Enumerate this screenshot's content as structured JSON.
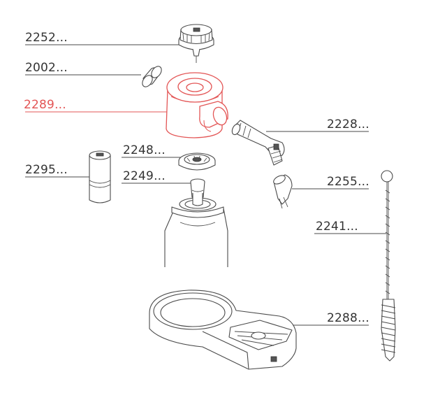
{
  "diagram": {
    "highlight_color": "#e35555",
    "line_color": "#4a4a4a",
    "labels": [
      {
        "id": "2252",
        "text": "2252...",
        "highlighted": false
      },
      {
        "id": "2002",
        "text": "2002...",
        "highlighted": false
      },
      {
        "id": "2289",
        "text": "2289...",
        "highlighted": true
      },
      {
        "id": "2228",
        "text": "2228...",
        "highlighted": false
      },
      {
        "id": "2248",
        "text": "2248...",
        "highlighted": false
      },
      {
        "id": "2295",
        "text": "2295...",
        "highlighted": false
      },
      {
        "id": "2249",
        "text": "2249...",
        "highlighted": false
      },
      {
        "id": "2255",
        "text": "2255...",
        "highlighted": false
      },
      {
        "id": "2241",
        "text": "2241...",
        "highlighted": false
      },
      {
        "id": "2288",
        "text": "2288...",
        "highlighted": false
      }
    ]
  }
}
